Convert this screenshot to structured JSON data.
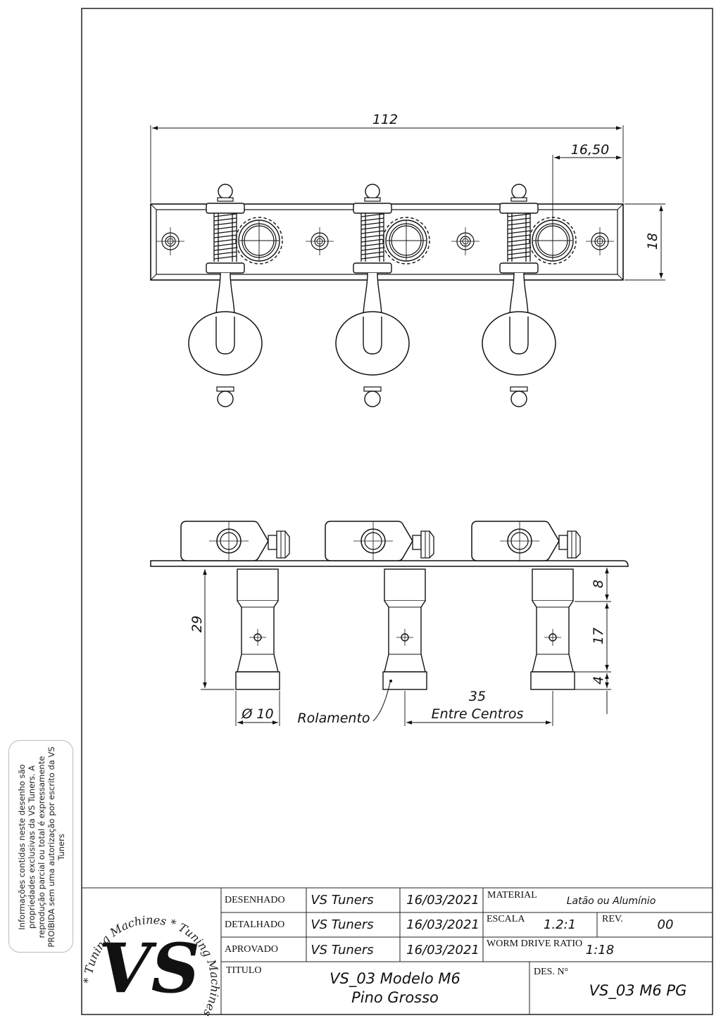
{
  "dimensions": {
    "overall_length": "112",
    "offset_right": "16,50",
    "plate_height": "18",
    "post_height": "29",
    "seg_top": "8",
    "seg_mid": "17",
    "seg_bottom": "4",
    "diameter": "Ø 10",
    "bearing_label": "Rolamento",
    "center_distance": "35",
    "center_distance_label": "Entre Centros"
  },
  "notice": "Informações contidas neste desenho são propriedades exclusivas da VS Tuners. A reprodução parcial ou total é expressamente PROIBIDA sem uma autorização por escrito da VS Tuners",
  "logo": {
    "monogram": "VS",
    "ring_text": "* Tuning Machines * Tuning Machines * Tuning Machines"
  },
  "title_block": {
    "desenhado_label": "DESENHADO",
    "desenhado_by": "VS Tuners",
    "desenhado_date": "16/03/2021",
    "detalhado_label": "DETALHADO",
    "detalhado_by": "VS Tuners",
    "detalhado_date": "16/03/2021",
    "aprovado_label": "APROVADO",
    "aprovado_by": "VS Tuners",
    "aprovado_date": "16/03/2021",
    "material_label": "MATERIAL",
    "material_value": "Latão ou Alumínio",
    "escala_label": "ESCALA",
    "escala_value": "1.2:1",
    "rev_label": "REV.",
    "rev_value": "00",
    "worm_label": "WORM DRIVE RATIO",
    "worm_value": "1:18",
    "titulo_label": "TITULO",
    "titulo_line1": "VS_03 Modelo M6",
    "titulo_line2": "Pino Grosso",
    "des_label": "DES. N°",
    "des_value": "VS_03 M6 PG"
  }
}
